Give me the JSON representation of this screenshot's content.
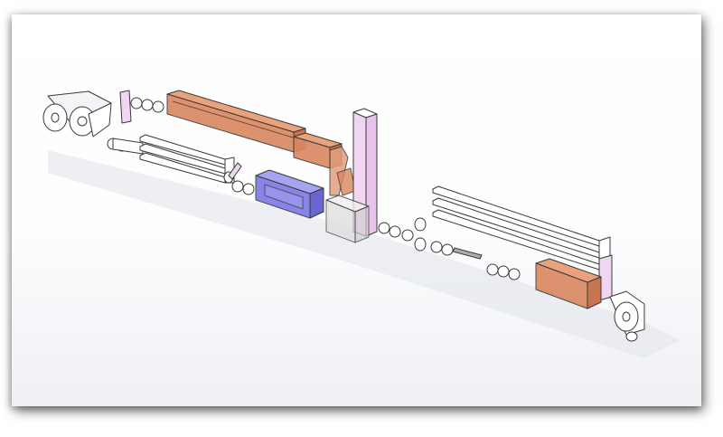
{
  "scene": {
    "description_text": "",
    "colors": {
      "background_top": "#ffffff",
      "background_bottom": "#eef0f4",
      "line": "#3a3a3a",
      "part_white": "#ffffff",
      "tank_orange": "#d9875f",
      "tank_blue": "#7d79e6",
      "tower_pink": "#f1d6f1",
      "glass": "#dcdcdc"
    },
    "components": [
      "unwind-roll",
      "roller-group",
      "long-orange-tank",
      "orange-tank-short",
      "blue-tank",
      "vertical-tower",
      "glass-tank",
      "guide-rail-left",
      "guide-rail-right",
      "orange-tank-right",
      "rewind-roll"
    ]
  }
}
